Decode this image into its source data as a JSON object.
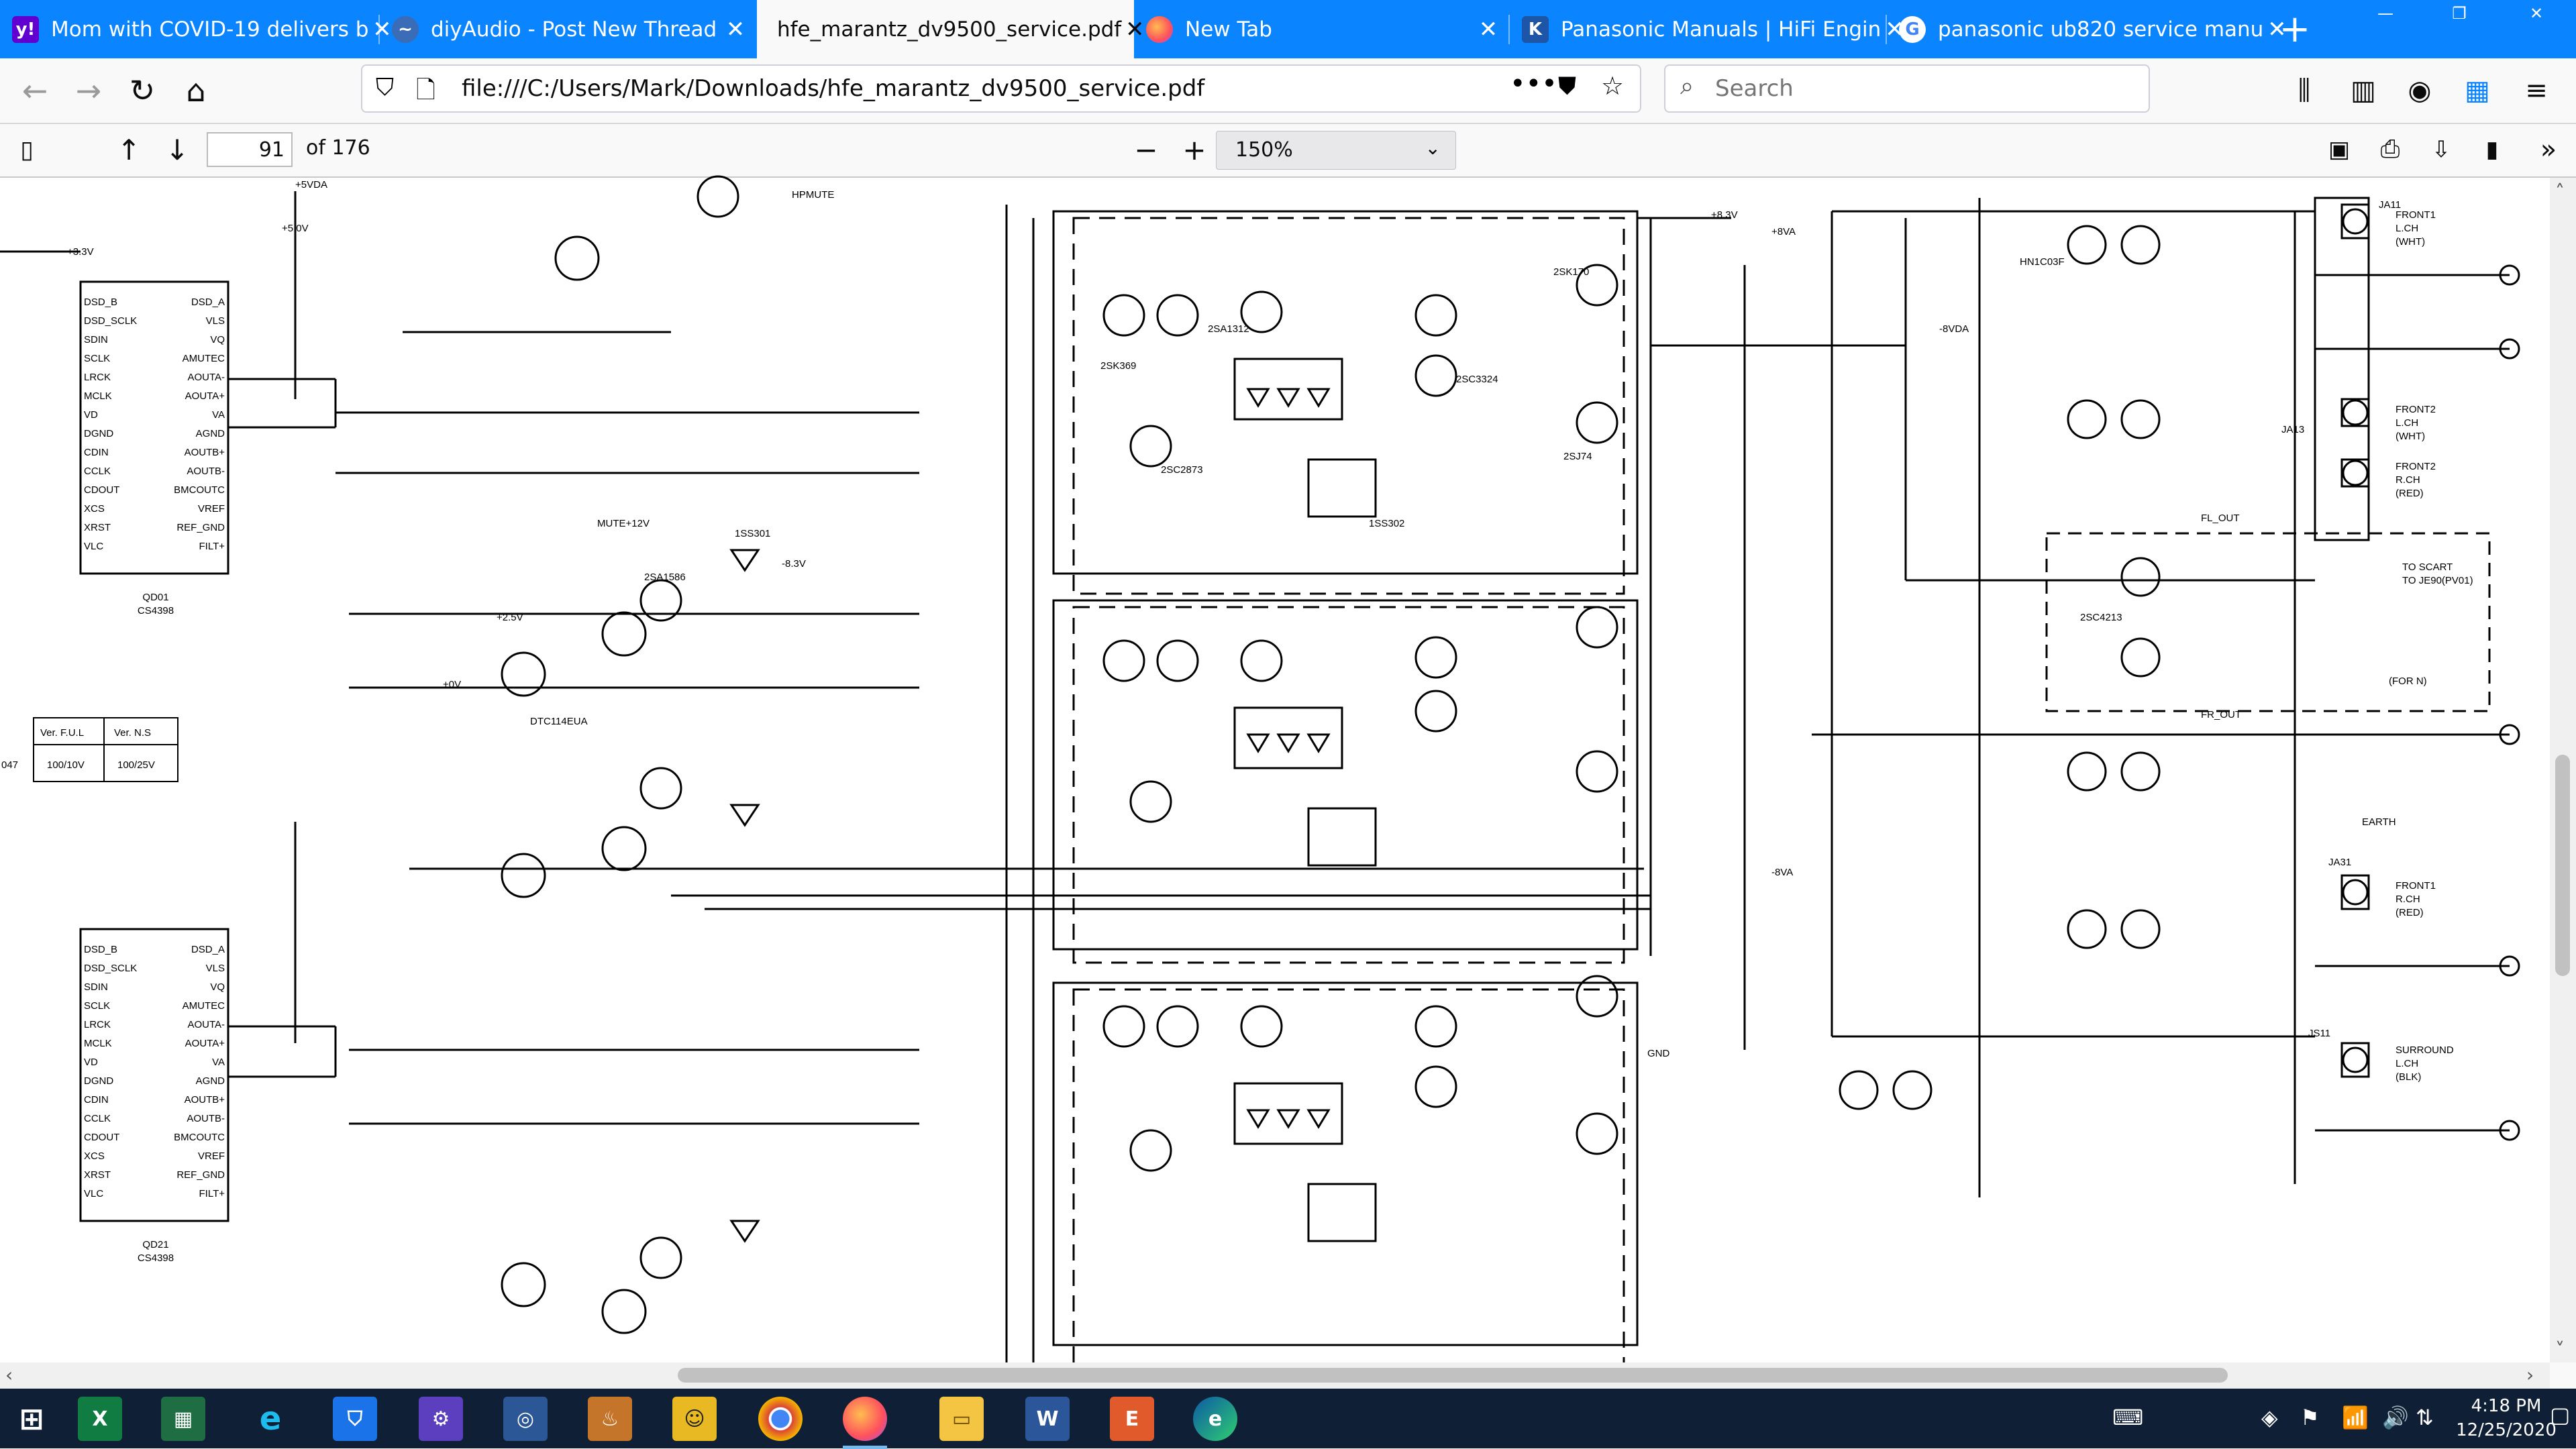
{
  "tabs": [
    {
      "title": "Mom with COVID-19 delivers b",
      "icon": "yahoo-icon",
      "color": "#6001d2",
      "glyph": "y!"
    },
    {
      "title": "diyAudio - Post New Thread",
      "icon": "diyaudio-icon",
      "color": "#3b6cb7",
      "glyph": "~"
    },
    {
      "title": "hfe_marantz_dv9500_service.pdf",
      "icon": "pdf-icon",
      "color": "#ffffff",
      "glyph": "",
      "active": true
    },
    {
      "title": "New Tab",
      "icon": "firefox-icon",
      "color": "#ff7139",
      "glyph": "●"
    },
    {
      "title": "Panasonic Manuals | HiFi Engin",
      "icon": "hifiengine-icon",
      "color": "#1d56a6",
      "glyph": "K"
    },
    {
      "title": "panasonic ub820 service manu",
      "icon": "google-icon",
      "color": "#ffffff",
      "glyph": "G"
    }
  ],
  "url": "file:///C:/Users/Mark/Downloads/hfe_marantz_dv9500_service.pdf",
  "search_placeholder": "Search",
  "pdf": {
    "page": "91",
    "page_count": "of 176",
    "zoom": "150%"
  },
  "clock": {
    "time": "4:18 PM",
    "date": "12/25/2020"
  },
  "schematic": {
    "ic_top": {
      "ref": "QD01",
      "part": "CS4398"
    },
    "ic_bottom": {
      "ref": "QD21",
      "part": "CS4398"
    },
    "ic_pins_left": [
      "DSD_B",
      "DSD_SCLK",
      "SDIN",
      "SCLK",
      "LRCK",
      "MCLK",
      "VD",
      "DGND",
      "CDIN",
      "CCLK",
      "CDOUT",
      "XCS",
      "XRST",
      "VLC"
    ],
    "ic_pins_right": [
      "DSD_A",
      "VLS",
      "VQ",
      "AMUTEC",
      "AOUTA-",
      "AOUTA+",
      "VA",
      "AGND",
      "AOUTB+",
      "AOUTB-",
      "BMCOUTC",
      "VREF",
      "REF_GND",
      "FILT+"
    ],
    "version_table": {
      "h1": "Ver. F.U.L",
      "h2": "Ver. N.S",
      "v1": "100/10V",
      "v2": "100/25V",
      "v0": "047"
    },
    "labels": [
      "+5VDA",
      "+5.0V",
      "+3.3V",
      "HPMUTE",
      "MUTE+12V",
      "+2.5V",
      "+0V",
      "-8.3V",
      "+8.3V",
      "+8VA",
      "-8VA",
      "-8VDA",
      "DTC114EUA",
      "2SA1586",
      "1SS301",
      "2SK369",
      "2SA1312",
      "2SC3324",
      "2SC2873",
      "2SK170",
      "2SJ74",
      "1SS302",
      "HN1C03F",
      "2SC4213",
      "GND",
      "EARTH",
      "TO SCART",
      "TO JE90(PV01)",
      "FL_OUT",
      "FR_OUT",
      "(FOR N)"
    ],
    "jacks": [
      {
        "ref": "JA11",
        "name": "FRONT1",
        "ch": "L.CH",
        "color": "(WHT)"
      },
      {
        "ref": "JA13",
        "name": "FRONT2",
        "ch": "L.CH",
        "color": "(WHT)"
      },
      {
        "ref": "JA13",
        "name": "FRONT2",
        "ch": "R.CH",
        "color": "(RED)"
      },
      {
        "ref": "JA31",
        "name": "FRONT1",
        "ch": "R.CH",
        "color": "(RED)"
      },
      {
        "ref": "JS11",
        "name": "SURROUND",
        "ch": "L.CH",
        "color": "(BLK)"
      }
    ]
  }
}
